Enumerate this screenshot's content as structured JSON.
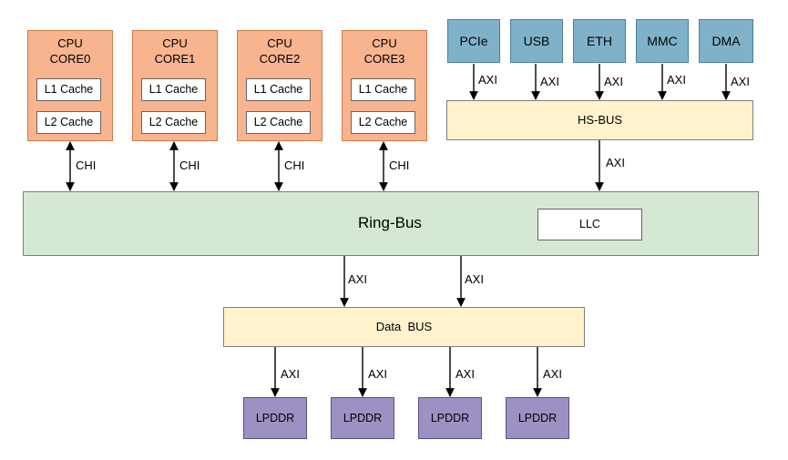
{
  "cores": [
    {
      "line1": "CPU",
      "line2": "CORE0",
      "l1": "L1 Cache",
      "l2": "L2 Cache"
    },
    {
      "line1": "CPU",
      "line2": "CORE1",
      "l1": "L1 Cache",
      "l2": "L2 Cache"
    },
    {
      "line1": "CPU",
      "line2": "CORE2",
      "l1": "L1 Cache",
      "l2": "L2 Cache"
    },
    {
      "line1": "CPU",
      "line2": "CORE3",
      "l1": "L1 Cache",
      "l2": "L2 Cache"
    }
  ],
  "peripherals": [
    "PCIe",
    "USB",
    "ETH",
    "MMC",
    "DMA"
  ],
  "hs_bus": "HS-BUS",
  "ring_bus": "Ring-Bus",
  "llc": "LLC",
  "data_bus": "Data  BUS",
  "memories": [
    "LPDDR",
    "LPDDR",
    "LPDDR",
    "LPDDR"
  ],
  "link_labels": {
    "chi": "CHI",
    "axi": "AXI"
  },
  "colors": {
    "core_fill": "#f8b48e",
    "peripheral_fill": "#7fb2c8",
    "bus_fill": "#fff2cc",
    "ring_fill": "#d5e8d4",
    "memory_fill": "#9d91c3"
  }
}
